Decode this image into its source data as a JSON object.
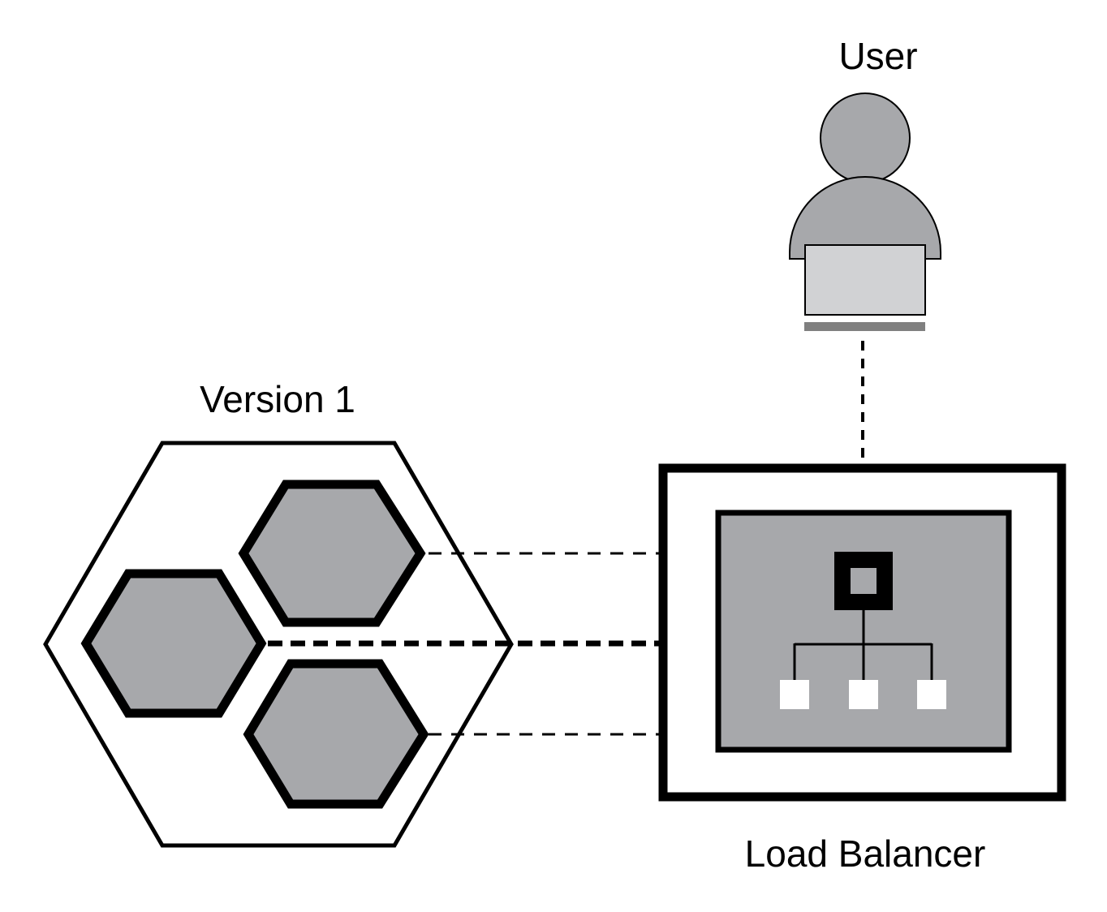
{
  "labels": {
    "user": "User",
    "version": "Version 1",
    "load_balancer": "Load Balancer"
  },
  "colors": {
    "stroke": "#000000",
    "fill_gray": "#a7a8ab",
    "fill_light": "#d1d2d4",
    "laptop_base": "#808080",
    "background": "#ffffff",
    "node_box": "#ffffff"
  },
  "icons": {
    "user": "user-with-laptop-icon",
    "load_balancer": "network-tree-icon",
    "service_group": "hexagon-cluster-icon"
  }
}
